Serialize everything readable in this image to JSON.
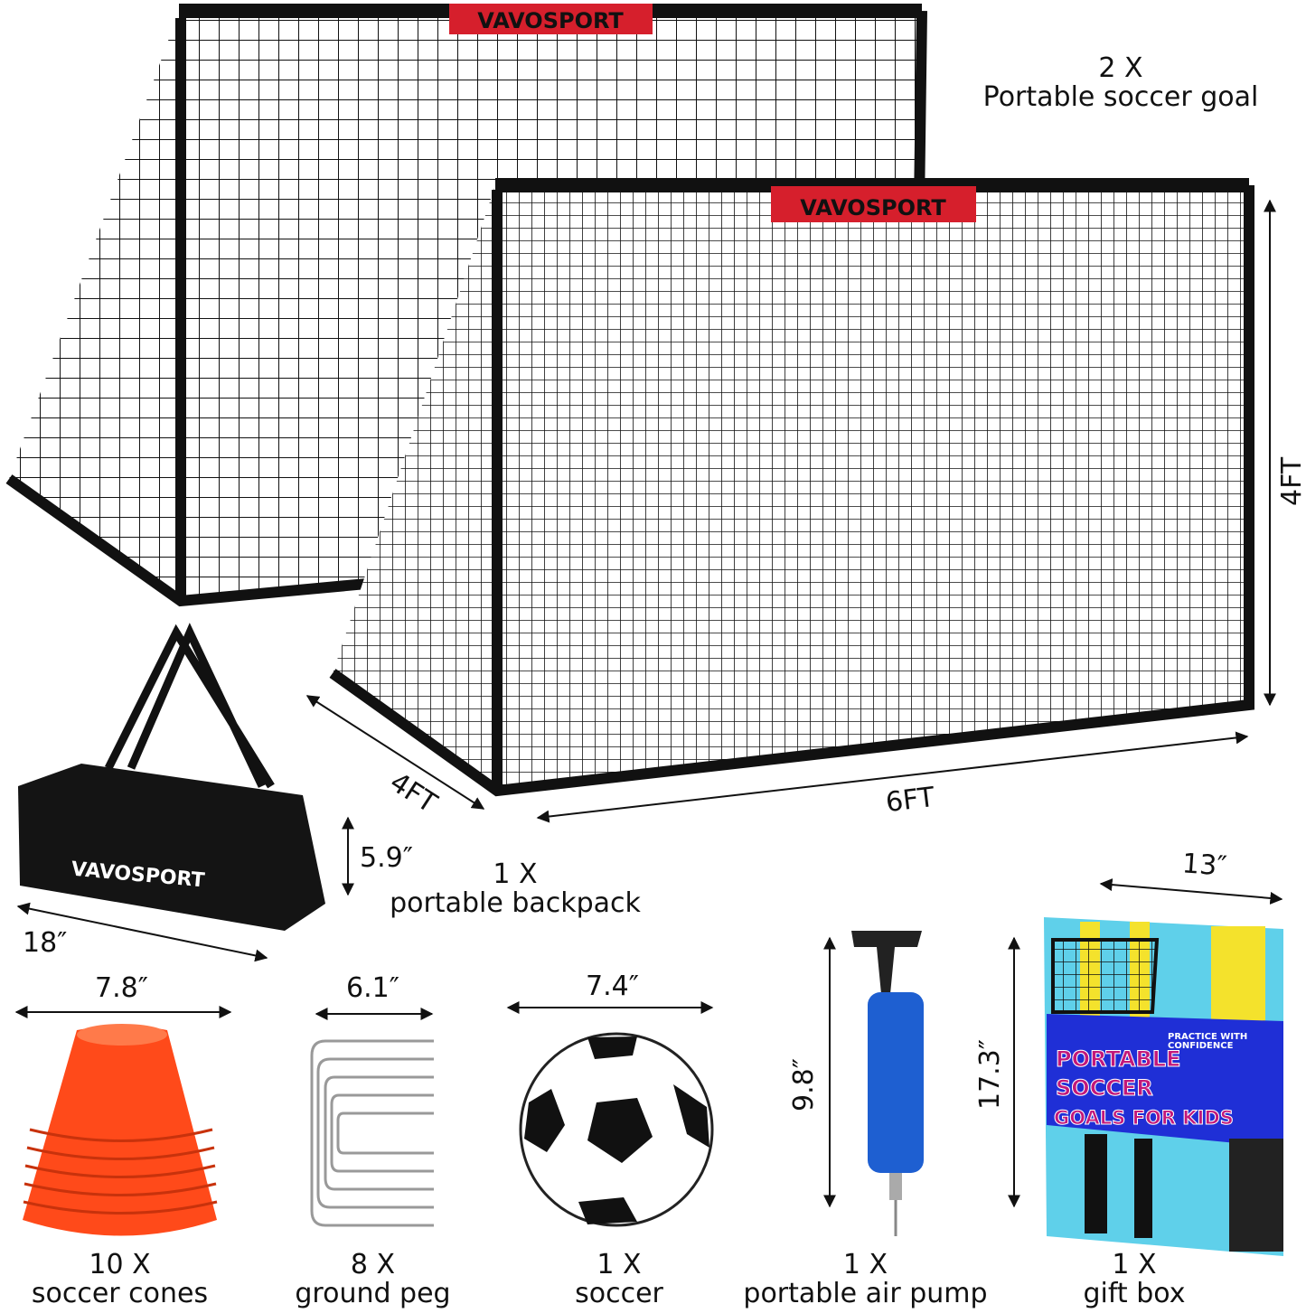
{
  "brand": "VAVOSPORT",
  "colors": {
    "frame": "#111111",
    "brand_band": "#d61f2c",
    "cones": "#ff4a1a",
    "pump": "#1e5fd1",
    "box_blue": "#1f2fd6",
    "box_cyan": "#5fd0ea",
    "box_yellow": "#f4e22c",
    "box_text": "#c2187a"
  },
  "goals": {
    "qty": "2 X",
    "name": "Portable soccer goal",
    "height": "4FT",
    "width": "6FT",
    "depth": "4FT"
  },
  "backpack": {
    "qty": "1 X",
    "name": "portable backpack",
    "height": "5.9″",
    "length": "18″",
    "brand": "VAVOSPORT"
  },
  "items": [
    {
      "qty": "10 X",
      "name": "soccer cones",
      "size": "7.8″"
    },
    {
      "qty": "8 X",
      "name": "ground peg",
      "size": "6.1″"
    },
    {
      "qty": "1 X",
      "name": "soccer",
      "size": "7.4″"
    },
    {
      "qty": "1 X",
      "name": "portable air pump",
      "size": "9.8″"
    },
    {
      "qty": "1 X",
      "name": "gift box",
      "size": "17.3″",
      "width": "13″"
    }
  ],
  "gift_box": {
    "line1": "PORTABLE",
    "line2": "SOCCER",
    "line3": "GOALS FOR KIDS",
    "tagline1": "PRACTICE WITH",
    "tagline2": "CONFIDENCE"
  }
}
